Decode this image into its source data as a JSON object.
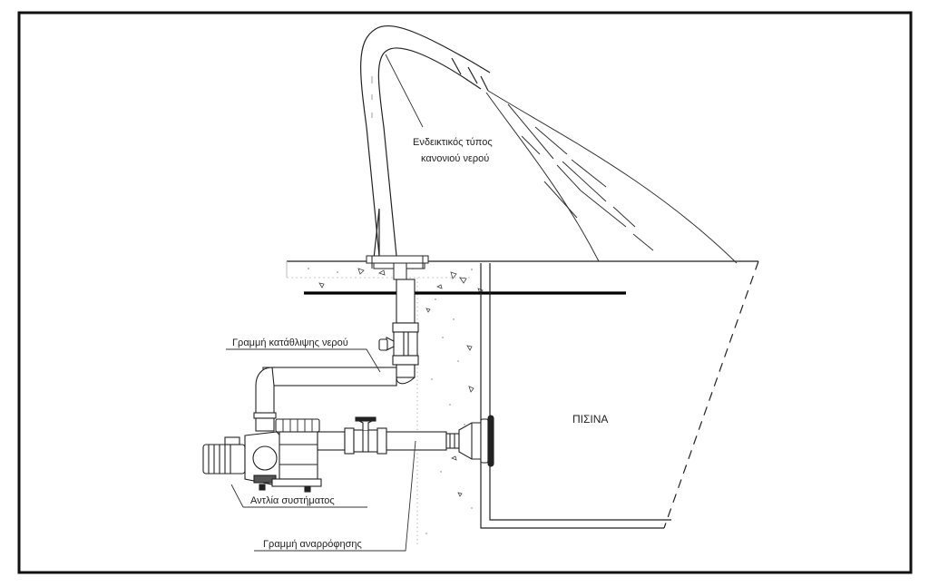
{
  "labels": {
    "cannon": [
      "Ενδεικτικός τύπος",
      "κανονιού νερού"
    ],
    "discharge_line": "Γραμμή κατάθλιψης νερού",
    "pump": "Αντλία συστήματος",
    "suction_line": "Γραμμή αναρρόφησης",
    "pool": "ΠΙΣΙΝΑ"
  }
}
